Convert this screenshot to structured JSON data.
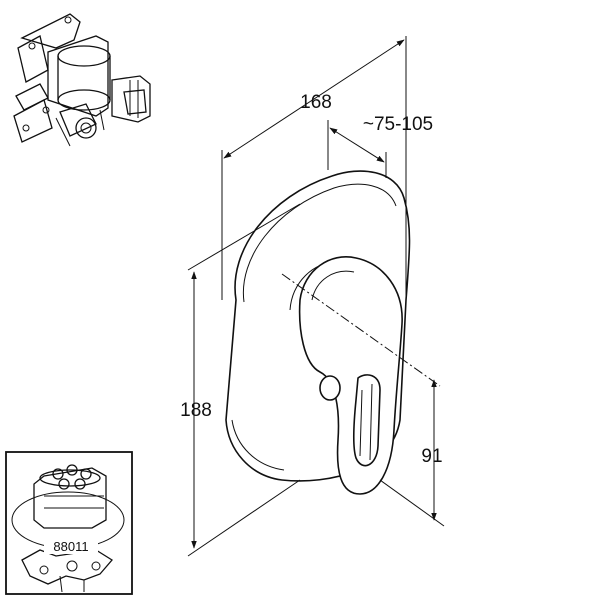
{
  "dimensions": {
    "width": "168",
    "depth": "~75-105",
    "height": "188",
    "handle_height": "91"
  },
  "inset": {
    "part_number": "88011"
  }
}
